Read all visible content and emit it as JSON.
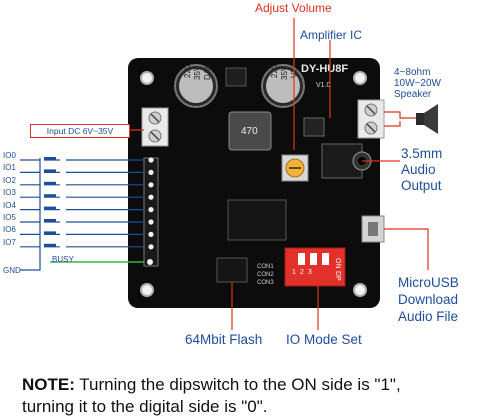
{
  "labels": {
    "adjust_volume": "Adjust Volume",
    "amplifier_ic": "Amplifier  IC",
    "speaker": [
      "4~8ohm",
      "10W~20W",
      "Speaker"
    ],
    "audio_output": [
      "3.5mm",
      "Audio",
      "Output"
    ],
    "microusb": [
      "MicroUSB",
      "Download",
      "Audio File"
    ],
    "flash": "64Mbit Flash",
    "io_mode": "IO Mode Set",
    "input_dc": "Input DC 6V~35V",
    "busy": "BUSY",
    "gnd": "GND"
  },
  "io_pins": [
    "IO0",
    "IO1",
    "IO2",
    "IO3",
    "IO4",
    "IO5",
    "IO6",
    "IO7"
  ],
  "board": {
    "model": "DY-HU8F",
    "version": "V1.0",
    "cap1": [
      "220",
      "35V",
      "DAL"
    ],
    "cap2": [
      "220",
      "35V",
      "VT"
    ],
    "inductor": "470",
    "dip": {
      "on": "ON",
      "dp": "DP",
      "n1": "1",
      "n2": "2",
      "n3": "3"
    },
    "con1": "CON1",
    "con2": "CON2",
    "con3": "CON3"
  },
  "note": {
    "bold": "NOTE:",
    "line1": " Turning the dipswitch to the ON side is \"1\",",
    "line2": "turning it to the digital side is \"0\"."
  },
  "colors": {
    "annotation_text": "#1d4e9b",
    "annotation_lines": "#e0311e",
    "io_wires": "#1d4e9b",
    "busy_wire": "#39b54a",
    "board": "#0c0c0c"
  }
}
